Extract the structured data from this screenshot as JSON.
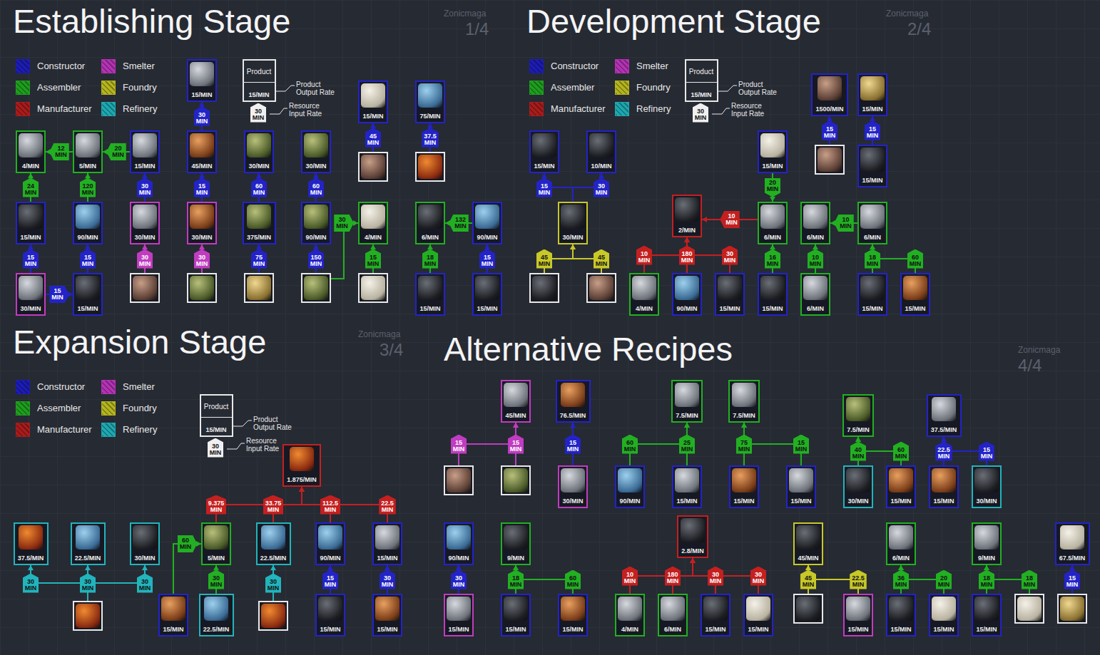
{
  "diagram": {
    "nodes": [
      {
        "text": [
          "15/MIN"
        ]
      },
      {
        "text": [
          "Product",
          "15/MIN"
        ]
      },
      {
        "text": [
          "15/MIN"
        ]
      },
      {
        "text": [
          "75/MIN"
        ]
      },
      {
        "text": [
          "4/MIN"
        ]
      },
      {
        "text": [
          "5/MIN"
        ]
      },
      {
        "text": [
          "15/MIN"
        ]
      },
      {
        "text": [
          "45/MIN"
        ]
      },
      {
        "text": [
          "30/MIN"
        ]
      },
      {
        "text": [
          "30/MIN"
        ]
      },
      {
        "text": []
      },
      {
        "text": []
      },
      {
        "text": [
          "15/MIN"
        ]
      },
      {
        "text": [
          "90/MIN"
        ]
      },
      {
        "text": [
          "30/MIN"
        ]
      },
      {
        "text": [
          "30/MIN"
        ]
      },
      {
        "text": [
          "375/MIN"
        ]
      },
      {
        "text": [
          "90/MIN"
        ]
      },
      {
        "text": [
          "4/MIN"
        ]
      },
      {
        "text": [
          "6/MIN"
        ]
      },
      {
        "text": [
          "90/MIN"
        ]
      },
      {
        "text": [
          "30/MIN"
        ]
      },
      {
        "text": [
          "15/MIN"
        ]
      },
      {
        "text": []
      },
      {
        "text": []
      },
      {
        "text": []
      },
      {
        "text": []
      },
      {
        "text": []
      },
      {
        "text": [
          "15/MIN"
        ]
      },
      {
        "text": [
          "15/MIN"
        ]
      },
      {
        "text": [
          "Product",
          "15/MIN"
        ]
      },
      {
        "text": [
          "1500/MIN"
        ]
      },
      {
        "text": [
          "15/MIN"
        ]
      },
      {
        "text": [
          "15/MIN"
        ]
      },
      {
        "text": [
          "10/MIN"
        ]
      },
      {
        "text": [
          "15/MIN"
        ]
      },
      {
        "text": []
      },
      {
        "text": [
          "15/MIN"
        ]
      },
      {
        "text": [
          "30/MIN"
        ]
      },
      {
        "text": [
          "2/MIN"
        ]
      },
      {
        "text": [
          "6/MIN"
        ]
      },
      {
        "text": [
          "6/MIN"
        ]
      },
      {
        "text": [
          "6/MIN"
        ]
      },
      {
        "text": []
      },
      {
        "text": []
      },
      {
        "text": [
          "4/MIN"
        ]
      },
      {
        "text": [
          "90/MIN"
        ]
      },
      {
        "text": [
          "15/MIN"
        ]
      },
      {
        "text": [
          "15/MIN"
        ]
      },
      {
        "text": [
          "6/MIN"
        ]
      },
      {
        "text": [
          "15/MIN"
        ]
      },
      {
        "text": [
          "15/MIN"
        ]
      },
      {
        "text": [
          "Product",
          "15/MIN"
        ]
      },
      {
        "text": [
          "1.875/MIN"
        ]
      },
      {
        "text": [
          "37.5/MIN"
        ]
      },
      {
        "text": [
          "22.5/MIN"
        ]
      },
      {
        "text": [
          "30/MIN"
        ]
      },
      {
        "text": [
          "5/MIN"
        ]
      },
      {
        "text": [
          "22.5/MIN"
        ]
      },
      {
        "text": [
          "90/MIN"
        ]
      },
      {
        "text": [
          "15/MIN"
        ]
      },
      {
        "text": []
      },
      {
        "text": [
          "15/MIN"
        ]
      },
      {
        "text": [
          "22.5/MIN"
        ]
      },
      {
        "text": []
      },
      {
        "text": [
          "15/MIN"
        ]
      },
      {
        "text": [
          "15/MIN"
        ]
      },
      {
        "text": [
          "45/MIN"
        ]
      },
      {
        "text": [
          "76.5/MIN"
        ]
      },
      {
        "text": [
          "7.5/MIN"
        ]
      },
      {
        "text": [
          "7.5/MIN"
        ]
      },
      {
        "text": [
          "7.5/MIN"
        ]
      },
      {
        "text": [
          "37.5/MIN"
        ]
      },
      {
        "text": []
      },
      {
        "text": []
      },
      {
        "text": [
          "30/MIN"
        ]
      },
      {
        "text": [
          "90/MIN"
        ]
      },
      {
        "text": [
          "15/MIN"
        ]
      },
      {
        "text": [
          "15/MIN"
        ]
      },
      {
        "text": [
          "15/MIN"
        ]
      },
      {
        "text": [
          "30/MIN"
        ]
      },
      {
        "text": [
          "15/MIN"
        ]
      },
      {
        "text": [
          "15/MIN"
        ]
      },
      {
        "text": [
          "30/MIN"
        ]
      },
      {
        "text": [
          "90/MIN"
        ]
      },
      {
        "text": [
          "9/MIN"
        ]
      },
      {
        "text": [
          "2.8/MIN"
        ]
      },
      {
        "text": [
          "45/MIN"
        ]
      },
      {
        "text": [
          "6/MIN"
        ]
      },
      {
        "text": [
          "9/MIN"
        ]
      },
      {
        "text": [
          "67.5/MIN"
        ]
      },
      {
        "text": [
          "15/MIN"
        ]
      },
      {
        "text": [
          "15/MIN"
        ]
      },
      {
        "text": [
          "15/MIN"
        ]
      },
      {
        "text": [
          "4/MIN"
        ]
      },
      {
        "text": [
          "6/MIN"
        ]
      },
      {
        "text": [
          "15/MIN"
        ]
      },
      {
        "text": [
          "15/MIN"
        ]
      },
      {
        "text": []
      },
      {
        "text": [
          "15/MIN"
        ]
      },
      {
        "text": [
          "15/MIN"
        ]
      },
      {
        "text": [
          "15/MIN"
        ]
      },
      {
        "text": [
          "15/MIN"
        ]
      },
      {
        "text": []
      },
      {
        "text": []
      }
    ],
    "edges": [
      {
        "from": 12,
        "to": 4,
        "arrow": "to",
        "label": "24 MIN"
      },
      {
        "from": 5,
        "to": 4,
        "arrow": "to",
        "label": "12 MIN"
      },
      {
        "from": 6,
        "to": 5,
        "arrow": "to",
        "label": "20 MIN"
      },
      {
        "from": 13,
        "to": 5,
        "arrow": "to",
        "label": "120 MIN"
      },
      {
        "from": 14,
        "to": 6,
        "arrow": "to",
        "label": "30 MIN"
      },
      {
        "from": 7,
        "to": 0,
        "arrow": "to",
        "label": "30 MIN"
      },
      {
        "from": 15,
        "to": 7,
        "arrow": "to",
        "label": "15 MIN"
      },
      {
        "from": 16,
        "to": 8,
        "arrow": "to",
        "label": "60 MIN"
      },
      {
        "from": 17,
        "to": 9,
        "arrow": "to",
        "label": "60 MIN"
      },
      {
        "from": 10,
        "to": 2,
        "arrow": "to",
        "label": "45 MIN"
      },
      {
        "from": 11,
        "to": 3,
        "arrow": "to",
        "label": "37.5 MIN"
      },
      {
        "from": 21,
        "to": 12,
        "arrow": "to",
        "label": "15 MIN"
      },
      {
        "from": 21,
        "to": 22,
        "arrow": "to",
        "label": "15 MIN"
      },
      {
        "from": 22,
        "to": 13,
        "arrow": "to",
        "label": "15 MIN"
      },
      {
        "from": 23,
        "to": 14,
        "arrow": "to",
        "label": "30 MIN"
      },
      {
        "from": 24,
        "to": 15,
        "arrow": "to",
        "label": "30 MIN"
      },
      {
        "from": 25,
        "to": 16,
        "arrow": "to",
        "label": "75 MIN"
      },
      {
        "from": 26,
        "to": 17,
        "arrow": "to",
        "label": "150 MIN"
      },
      {
        "from": 26,
        "to": 18,
        "arrow": "to",
        "label": "30 MIN"
      },
      {
        "from": 27,
        "to": 18,
        "arrow": "to",
        "label": "15 MIN"
      },
      {
        "from": 20,
        "to": 19,
        "arrow": "to",
        "label": "132 MIN"
      },
      {
        "from": 28,
        "to": 19,
        "arrow": "to",
        "label": "18 MIN"
      },
      {
        "from": 29,
        "to": 20,
        "arrow": "to",
        "label": "15 MIN"
      },
      {
        "from": 36,
        "to": 31,
        "arrow": "to",
        "label": "15 MIN"
      },
      {
        "from": 37,
        "to": 32,
        "arrow": "to",
        "label": "15 MIN"
      },
      {
        "from": 38,
        "to": 33,
        "arrow": "to",
        "label": "15 MIN"
      },
      {
        "from": 38,
        "to": 34,
        "arrow": "to",
        "label": "30 MIN"
      },
      {
        "from": 43,
        "to": 38,
        "arrow": "to",
        "label": "45 MIN"
      },
      {
        "from": 44,
        "to": 38,
        "arrow": "to",
        "label": "45 MIN"
      },
      {
        "from": 45,
        "to": 39,
        "arrow": "to",
        "label": "10 MIN"
      },
      {
        "from": 46,
        "to": 39,
        "arrow": "to",
        "label": "180 MIN"
      },
      {
        "from": 47,
        "to": 39,
        "arrow": "to",
        "label": "30 MIN"
      },
      {
        "from": 40,
        "to": 39,
        "arrow": "to",
        "label": "10 MIN"
      },
      {
        "from": 35,
        "to": 40,
        "arrow": "to",
        "label": "20 MIN"
      },
      {
        "from": 48,
        "to": 40,
        "arrow": "to",
        "label": "16 MIN"
      },
      {
        "from": 42,
        "to": 41,
        "arrow": "to",
        "label": "10 MIN"
      },
      {
        "from": 49,
        "to": 41,
        "arrow": "to",
        "label": "10 MIN"
      },
      {
        "from": 50,
        "to": 42,
        "arrow": "to",
        "label": "18 MIN"
      },
      {
        "from": 51,
        "to": 42,
        "arrow": "to",
        "label": "60 MIN"
      },
      {
        "from": 57,
        "to": 53,
        "arrow": "to",
        "label": "9.375 MIN"
      },
      {
        "from": 58,
        "to": 53,
        "arrow": "to",
        "label": "33.75 MIN"
      },
      {
        "from": 59,
        "to": 53,
        "arrow": "to",
        "label": "112.5 MIN"
      },
      {
        "from": 60,
        "to": 53,
        "arrow": "to",
        "label": "22.5 MIN"
      },
      {
        "from": 61,
        "to": 54,
        "arrow": "to",
        "label": "30 MIN"
      },
      {
        "from": 61,
        "to": 55,
        "arrow": "to",
        "label": "30 MIN"
      },
      {
        "from": 61,
        "to": 56,
        "arrow": "to",
        "label": "30 MIN"
      },
      {
        "from": 62,
        "to": 57,
        "arrow": "to",
        "label": "60 MIN"
      },
      {
        "from": 63,
        "to": 57,
        "arrow": "to",
        "label": "30 MIN"
      },
      {
        "from": 64,
        "to": 58,
        "arrow": "to",
        "label": "30 MIN"
      },
      {
        "from": 65,
        "to": 59,
        "arrow": "to",
        "label": "15 MIN"
      },
      {
        "from": 66,
        "to": 60,
        "arrow": "to",
        "label": "30 MIN"
      },
      {
        "from": 73,
        "to": 67,
        "arrow": "to",
        "label": "15 MIN"
      },
      {
        "from": 74,
        "to": 67,
        "arrow": "to",
        "label": "15 MIN"
      },
      {
        "from": 75,
        "to": 68,
        "arrow": "to",
        "label": "15 MIN"
      },
      {
        "from": 76,
        "to": 69,
        "arrow": "to",
        "label": "60 MIN"
      },
      {
        "from": 77,
        "to": 69,
        "arrow": "to",
        "label": "25 MIN"
      },
      {
        "from": 78,
        "to": 70,
        "arrow": "to",
        "label": "75 MIN"
      },
      {
        "from": 79,
        "to": 70,
        "arrow": "to",
        "label": "15 MIN"
      },
      {
        "from": 80,
        "to": 71,
        "arrow": "to",
        "label": "40 MIN"
      },
      {
        "from": 81,
        "to": 71,
        "arrow": "to",
        "label": "60 MIN"
      },
      {
        "from": 82,
        "to": 72,
        "arrow": "to",
        "label": "22.5 MIN"
      },
      {
        "from": 83,
        "to": 72,
        "arrow": "to",
        "label": "15 MIN"
      },
      {
        "from": 91,
        "to": 84,
        "arrow": "to",
        "label": "30 MIN"
      },
      {
        "from": 92,
        "to": 85,
        "arrow": "to",
        "label": "18 MIN"
      },
      {
        "from": 93,
        "to": 85,
        "arrow": "to",
        "label": "60 MIN"
      },
      {
        "from": 94,
        "to": 86,
        "arrow": "to",
        "label": "10 MIN"
      },
      {
        "from": 95,
        "to": 86,
        "arrow": "to",
        "label": "180 MIN"
      },
      {
        "from": 96,
        "to": 86,
        "arrow": "to",
        "label": "30 MIN"
      },
      {
        "from": 97,
        "to": 86,
        "arrow": "to",
        "label": "30 MIN"
      },
      {
        "from": 98,
        "to": 87,
        "arrow": "to",
        "label": "45 MIN"
      },
      {
        "from": 99,
        "to": 87,
        "arrow": "to",
        "label": "22.5 MIN"
      },
      {
        "from": 100,
        "to": 88,
        "arrow": "to",
        "label": "36 MIN"
      },
      {
        "from": 101,
        "to": 88,
        "arrow": "to",
        "label": "20 MIN"
      },
      {
        "from": 102,
        "to": 89,
        "arrow": "to",
        "label": "18 MIN"
      },
      {
        "from": 103,
        "to": 89,
        "arrow": "to",
        "label": "18 MIN"
      },
      {
        "from": 104,
        "to": 90,
        "arrow": "to",
        "label": "15 MIN"
      }
    ],
    "labels": [
      "Establishing Stage",
      "Zonicmaga",
      "1/4",
      "Product Output Rate",
      "Resource Input Rate",
      "30 MIN",
      "Development Stage",
      "Zonicmaga",
      "2/4",
      "Product Output Rate",
      "Resource Input Rate",
      "30 MIN",
      "Expansion Stage",
      "Zonicmaga",
      "3/4",
      "Product Output Rate",
      "Resource Input Rate",
      "30 MIN",
      "Alternative Recipes",
      "Zonicmaga",
      "4/4"
    ],
    "legend": [
      {
        "text": "Constructor",
        "color": "#1c1cb4"
      },
      {
        "text": "Smelter",
        "color": "#b432b4"
      },
      {
        "text": "Assembler",
        "color": "#1e9e1e"
      },
      {
        "text": "Foundry",
        "color": "#b4b41e"
      },
      {
        "text": "Manufacturer",
        "color": "#a81c1c"
      },
      {
        "text": "Refinery",
        "color": "#1ea8b0"
      },
      {
        "text": "Constructor",
        "color": "#1c1cb4"
      },
      {
        "text": "Smelter",
        "color": "#b432b4"
      },
      {
        "text": "Assembler",
        "color": "#1e9e1e"
      },
      {
        "text": "Foundry",
        "color": "#b4b41e"
      },
      {
        "text": "Manufacturer",
        "color": "#a81c1c"
      },
      {
        "text": "Refinery",
        "color": "#1ea8b0"
      },
      {
        "text": "Constructor",
        "color": "#1c1cb4"
      },
      {
        "text": "Smelter",
        "color": "#b432b4"
      },
      {
        "text": "Assembler",
        "color": "#1e9e1e"
      },
      {
        "text": "Foundry",
        "color": "#b4b41e"
      },
      {
        "text": "Manufacturer",
        "color": "#a81c1c"
      },
      {
        "text": "Refinery",
        "color": "#1ea8b0"
      }
    ]
  }
}
